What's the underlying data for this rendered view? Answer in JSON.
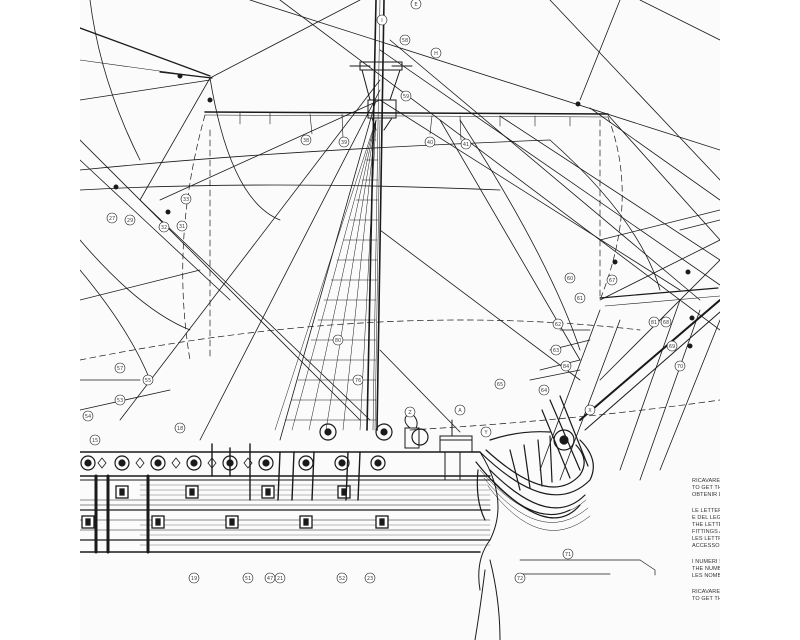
{
  "plan": {
    "callouts": [
      "E",
      "H",
      "I",
      "X",
      "Y",
      "Z",
      "A",
      "15",
      "18",
      "19",
      "21",
      "23",
      "27",
      "29",
      "31",
      "32",
      "33",
      "38",
      "39",
      "40",
      "41",
      "47",
      "51",
      "52",
      "53",
      "54",
      "55",
      "57",
      "58",
      "59",
      "60",
      "61",
      "62",
      "63",
      "64",
      "65",
      "67",
      "68",
      "69",
      "70",
      "71",
      "72",
      "76",
      "80",
      "81",
      "84"
    ],
    "colors": {
      "paper": "#fbfbfb",
      "ink": "#1a1a1a"
    }
  },
  "legend": {
    "lines": [
      "RICAVARE",
      "TO GET TH",
      "OBTENIR L",
      "",
      "LE LETTER",
      "E DEL LEG",
      "THE LETTE",
      "FITTINGS A",
      "LES LETTR",
      "ACCESSOIR",
      "",
      "I NUMERI S",
      "THE NUMB",
      "LES NOMB",
      "",
      "RICAVARE",
      "TO GET TH"
    ]
  }
}
